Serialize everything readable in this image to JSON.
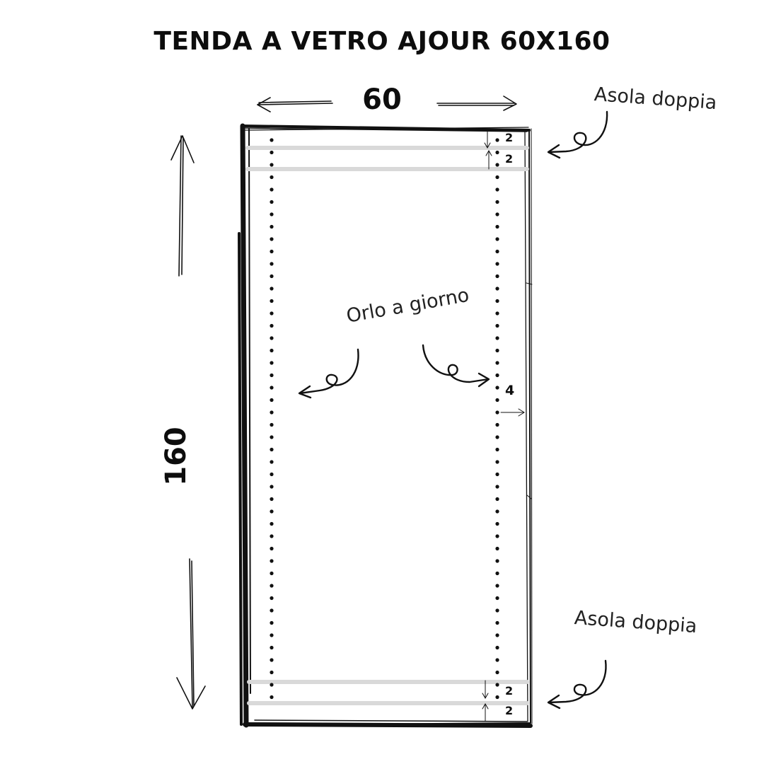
{
  "title": "TENDA A VETRO AJOUR 60X160",
  "dimensions": {
    "width": "60",
    "height": "160"
  },
  "callouts": {
    "top": "Asola doppia",
    "center": "Orlo a giorno",
    "bottom": "Asola doppia"
  },
  "measurements": {
    "top_a": "2",
    "top_b": "2",
    "side": "4",
    "bottom_a": "2",
    "bottom_b": "2"
  },
  "colors": {
    "ink": "#111111",
    "band": "#d9d9d9",
    "background": "#ffffff"
  },
  "icons": [
    "arrow-left-icon",
    "arrow-right-icon",
    "arrow-up-icon",
    "arrow-down-icon",
    "curly-arrow-icon"
  ]
}
